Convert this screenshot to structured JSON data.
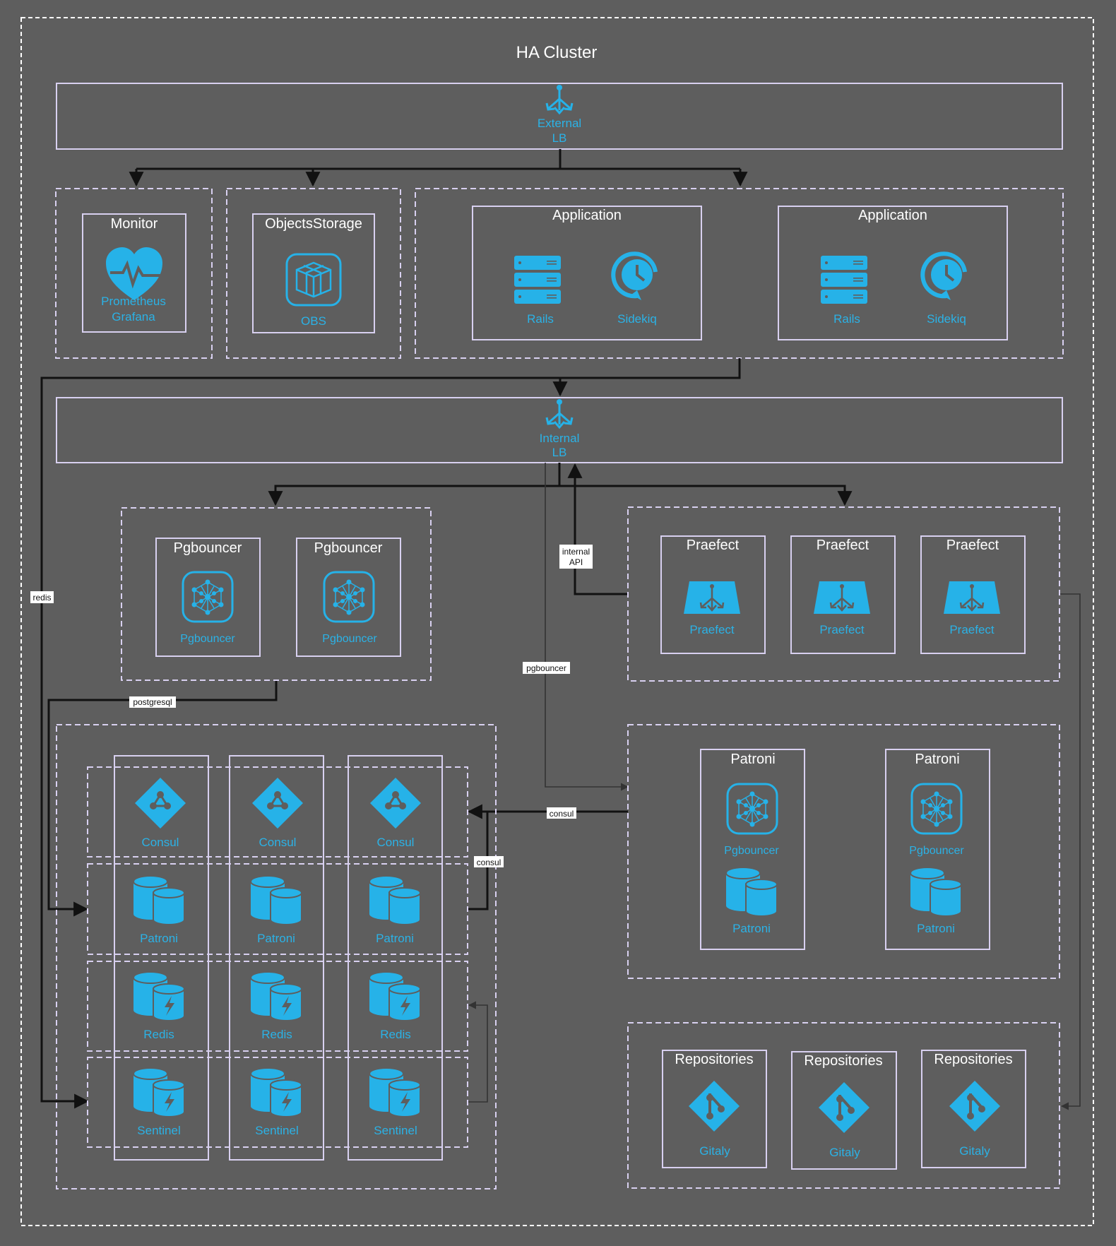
{
  "cluster": {
    "title": "HA Cluster"
  },
  "external_lb": {
    "label_line1": "External",
    "label_line2": "LB"
  },
  "internal_lb": {
    "label_line1": "Internal",
    "label_line2": "LB"
  },
  "monitor": {
    "title": "Monitor",
    "label_line1": "Prometheus",
    "label_line2": "Grafana"
  },
  "objects_storage": {
    "title": "ObjectsStorage",
    "label": "OBS"
  },
  "applications": [
    {
      "title": "Application",
      "rails_label": "Rails",
      "sidekiq_label": "Sidekiq"
    },
    {
      "title": "Application",
      "rails_label": "Rails",
      "sidekiq_label": "Sidekiq"
    }
  ],
  "pgbouncers": [
    {
      "title": "Pgbouncer",
      "label": "Pgbouncer"
    },
    {
      "title": "Pgbouncer",
      "label": "Pgbouncer"
    }
  ],
  "praefects": [
    {
      "title": "Praefect",
      "label": "Praefect"
    },
    {
      "title": "Praefect",
      "label": "Praefect"
    },
    {
      "title": "Praefect",
      "label": "Praefect"
    }
  ],
  "db_rows": {
    "consul": [
      "Consul",
      "Consul",
      "Consul"
    ],
    "patroni": [
      "Patroni",
      "Patroni",
      "Patroni"
    ],
    "redis": [
      "Redis",
      "Redis",
      "Redis"
    ],
    "sentinel": [
      "Sentinel",
      "Sentinel",
      "Sentinel"
    ]
  },
  "patroni_nodes": [
    {
      "title": "Patroni",
      "pgbouncer_label": "Pgbouncer",
      "patroni_label": "Patroni"
    },
    {
      "title": "Patroni",
      "pgbouncer_label": "Pgbouncer",
      "patroni_label": "Patroni"
    }
  ],
  "repositories": [
    {
      "title": "Repositories",
      "label": "Gitaly"
    },
    {
      "title": "Repositories",
      "label": "Gitaly"
    },
    {
      "title": "Repositories",
      "label": "Gitaly"
    }
  ],
  "edge_labels": {
    "redis": "redis",
    "postgresql": "postgresql",
    "pgbouncer": "pgbouncer",
    "internal_api_line1": "internal",
    "internal_api_line2": "API",
    "consul_right": "consul",
    "consul_left": "consul"
  },
  "colors": {
    "background": "#5e5e5e",
    "border": "#d8d0f0",
    "icon": "#26b2e8",
    "line": "#111111",
    "title_text": "#ffffff"
  }
}
